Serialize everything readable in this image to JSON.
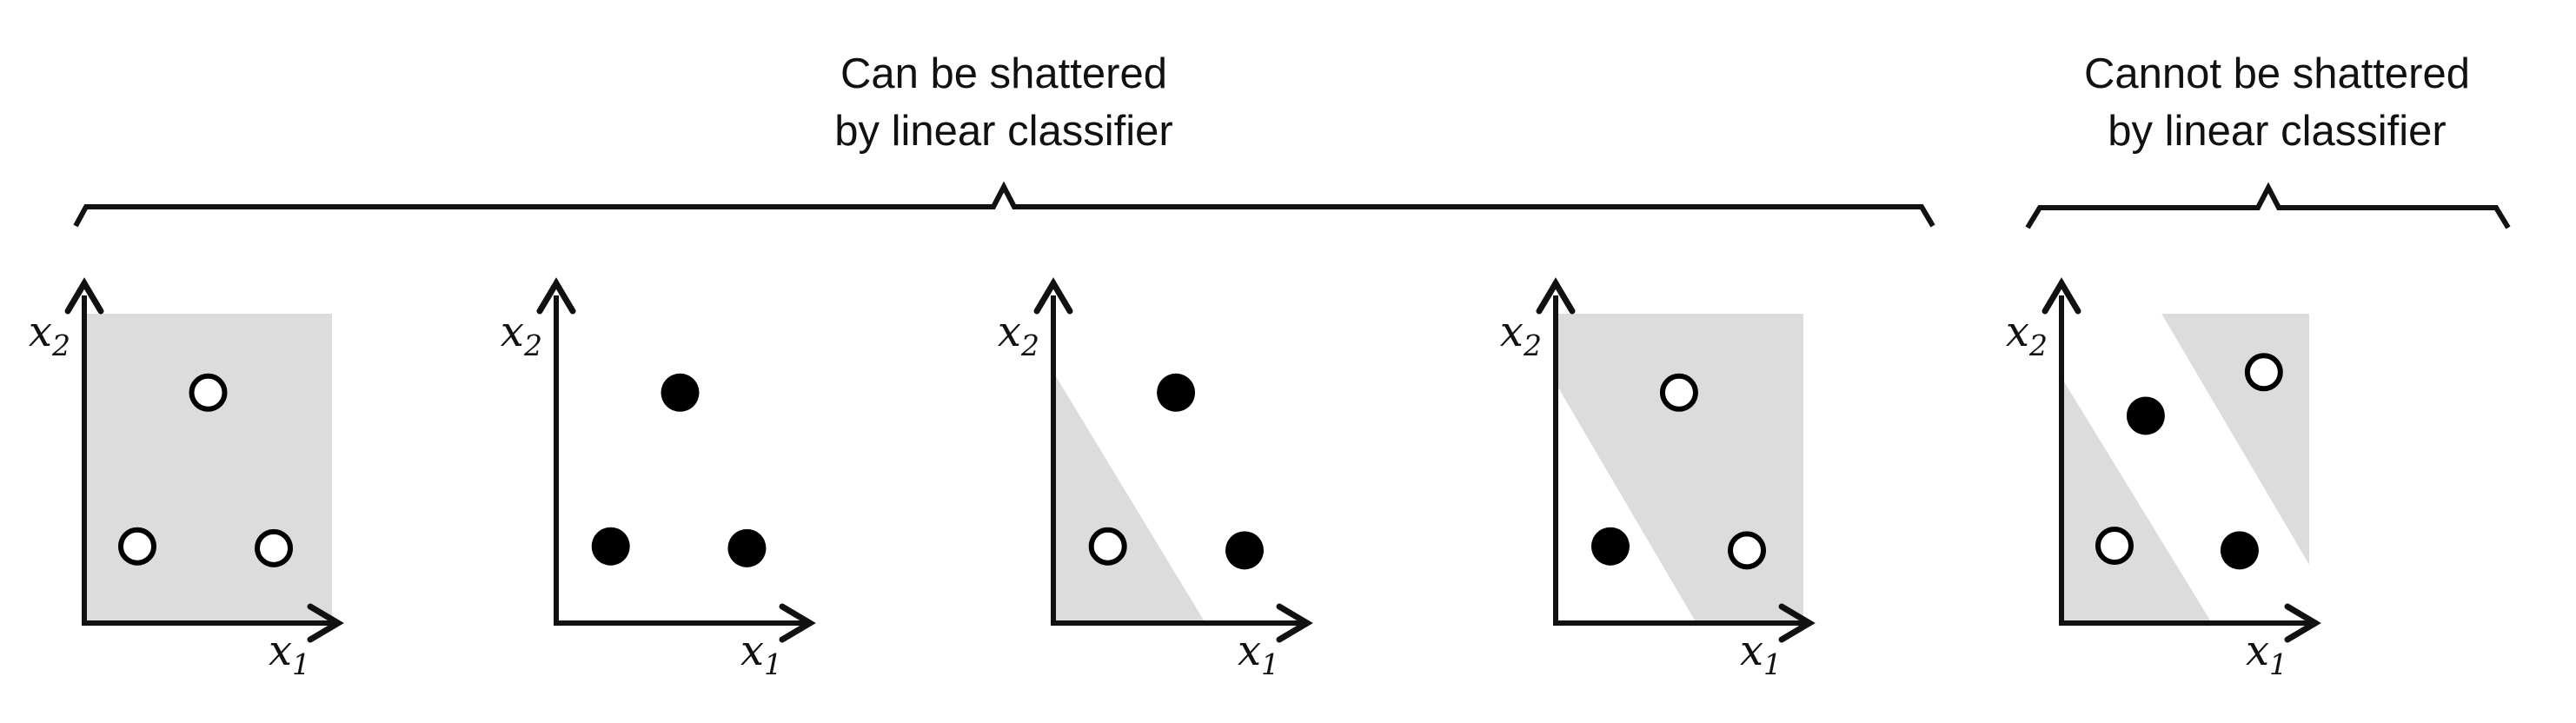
{
  "captions": {
    "can": {
      "line1": "Can be shattered",
      "line2": "by linear classifier"
    },
    "cannot": {
      "line1": "Cannot be shattered",
      "line2": "by linear classifier"
    }
  },
  "axis_labels": {
    "base": "x",
    "x1_sub": "1",
    "x2_sub": "2"
  },
  "colors": {
    "shade": "#dcdcdc",
    "ink": "#111111",
    "open_point_fill": "#ffffff",
    "filled_point_fill": "#000000"
  },
  "chart_data": [
    {
      "type": "scatter",
      "id": "plot-1",
      "group": "can-be-shattered",
      "xlabel": "x1",
      "ylabel": "x2",
      "axis_range": [
        0,
        1
      ],
      "shaded_regions": [
        {
          "label": "entire-area-positive",
          "polygon": [
            [
              0,
              0
            ],
            [
              1,
              0
            ],
            [
              1,
              1
            ],
            [
              0,
              1
            ]
          ]
        }
      ],
      "points": [
        {
          "x": 0.5,
          "y": 0.745,
          "class": "open"
        },
        {
          "x": 0.214,
          "y": 0.248,
          "class": "open"
        },
        {
          "x": 0.765,
          "y": 0.242,
          "class": "open"
        }
      ]
    },
    {
      "type": "scatter",
      "id": "plot-2",
      "group": "can-be-shattered",
      "xlabel": "x1",
      "ylabel": "x2",
      "axis_range": [
        0,
        1
      ],
      "shaded_regions": [],
      "points": [
        {
          "x": 0.5,
          "y": 0.745,
          "class": "filled"
        },
        {
          "x": 0.22,
          "y": 0.248,
          "class": "filled"
        },
        {
          "x": 0.77,
          "y": 0.242,
          "class": "filled"
        }
      ]
    },
    {
      "type": "scatter",
      "id": "plot-3",
      "group": "can-be-shattered",
      "xlabel": "x1",
      "ylabel": "x2",
      "axis_range": [
        0,
        1
      ],
      "shaded_regions": [
        {
          "label": "lower-left-triangle",
          "polygon": [
            [
              0,
              0
            ],
            [
              0.614,
              0
            ],
            [
              0,
              0.811
            ]
          ]
        }
      ],
      "points": [
        {
          "x": 0.495,
          "y": 0.745,
          "class": "filled"
        },
        {
          "x": 0.22,
          "y": 0.248,
          "class": "open"
        },
        {
          "x": 0.772,
          "y": 0.235,
          "class": "filled"
        }
      ]
    },
    {
      "type": "scatter",
      "id": "plot-4",
      "group": "can-be-shattered",
      "xlabel": "x1",
      "ylabel": "x2",
      "axis_range": [
        0,
        1
      ],
      "shaded_regions": [
        {
          "label": "upper-right-of-diagonal",
          "polygon": [
            [
              0,
              0.775
            ],
            [
              0,
              1
            ],
            [
              1,
              1
            ],
            [
              1,
              0
            ],
            [
              0.568,
              0
            ]
          ]
        }
      ],
      "points": [
        {
          "x": 0.498,
          "y": 0.745,
          "class": "open"
        },
        {
          "x": 0.221,
          "y": 0.248,
          "class": "filled"
        },
        {
          "x": 0.772,
          "y": 0.235,
          "class": "open"
        }
      ]
    },
    {
      "type": "scatter",
      "id": "plot-5",
      "group": "cannot-be-shattered",
      "xlabel": "x1",
      "ylabel": "x2",
      "axis_range": [
        0,
        1
      ],
      "shaded_regions": [
        {
          "label": "lower-left-triangle",
          "polygon": [
            [
              0,
              0
            ],
            [
              0.607,
              0
            ],
            [
              0,
              0.794
            ]
          ]
        },
        {
          "label": "upper-right-triangle",
          "polygon": [
            [
              0.404,
              1
            ],
            [
              1,
              1
            ],
            [
              1,
              0.189
            ]
          ]
        }
      ],
      "points": [
        {
          "x": 0.34,
          "y": 0.67,
          "class": "filled"
        },
        {
          "x": 0.817,
          "y": 0.811,
          "class": "open"
        },
        {
          "x": 0.214,
          "y": 0.25,
          "class": "open"
        },
        {
          "x": 0.719,
          "y": 0.235,
          "class": "filled"
        }
      ]
    }
  ],
  "braces": {
    "can_label_for": "plots 1-4",
    "cannot_label_for": "plot 5"
  }
}
